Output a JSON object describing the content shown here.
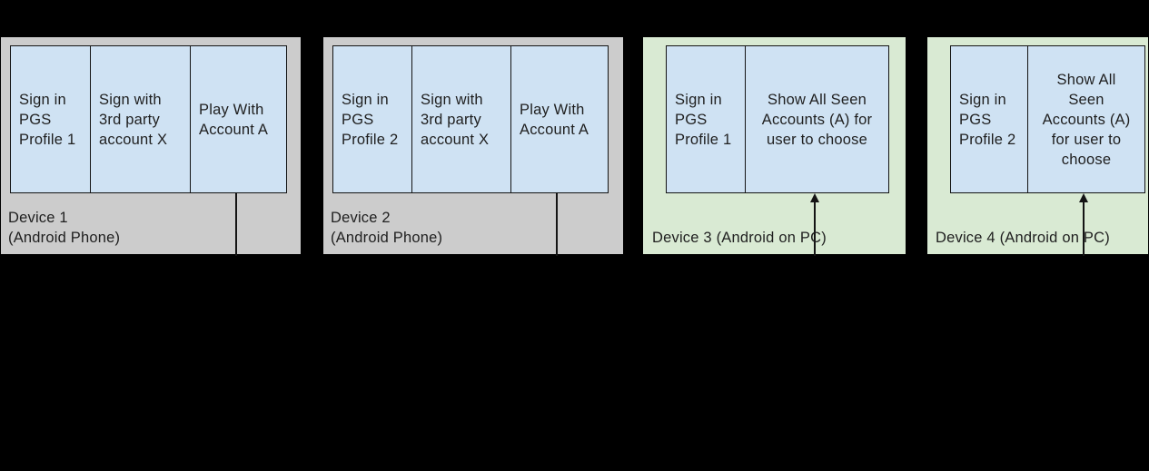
{
  "diagram": {
    "background_color": "#000000",
    "panel_colors": {
      "android_phone": "#cccccc",
      "android_on_pc": "#d9ead3",
      "step_cell": "#cfe2f3",
      "border": "#000000",
      "text": "#1f1f1f"
    },
    "devices": [
      {
        "label": "Device 1\n(Android Phone)",
        "type": "Android Phone",
        "connector": "line-down",
        "cells": [
          "Sign in\nPGS\nProfile 1",
          "Sign with\n3rd party\naccount X",
          "Play With\nAccount A"
        ]
      },
      {
        "label": "Device 2\n(Android Phone)",
        "type": "Android Phone",
        "connector": "line-down",
        "cells": [
          "Sign in\nPGS\nProfile 2",
          "Sign with\n3rd party\naccount X",
          "Play With\nAccount A"
        ]
      },
      {
        "label": "Device 3 (Android on PC)",
        "type": "Android on PC",
        "connector": "arrow-up",
        "cells": [
          "Sign in\nPGS\nProfile 1",
          "Show All Seen\nAccounts (A) for\nuser to choose"
        ]
      },
      {
        "label": "Device 4 (Android on PC)",
        "type": "Android on PC",
        "connector": "arrow-up",
        "cells": [
          "Sign in\nPGS\nProfile 2",
          "Show All\nSeen\nAccounts (A)\nfor user to\nchoose"
        ]
      }
    ]
  }
}
